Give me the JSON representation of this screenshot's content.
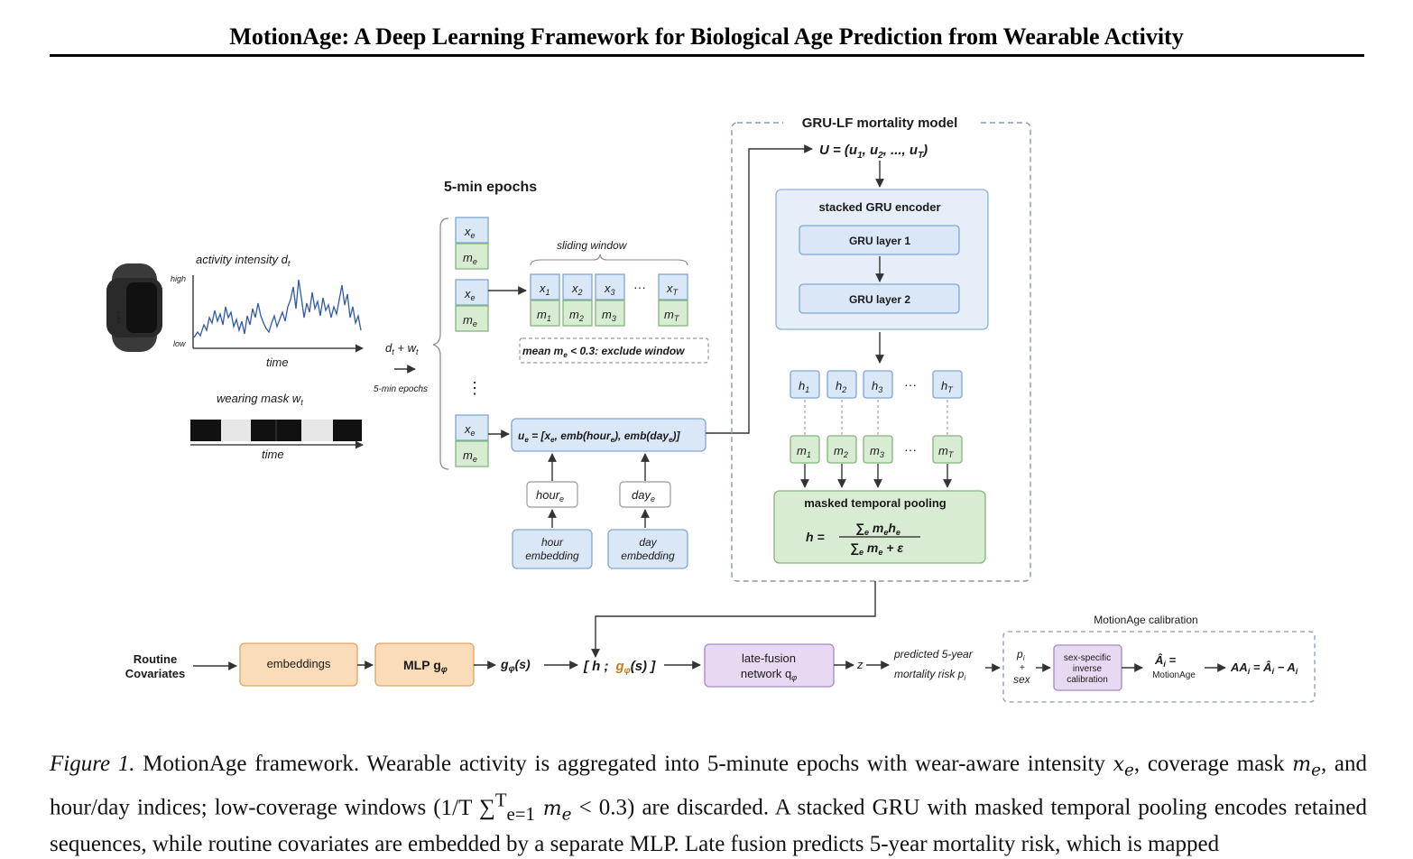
{
  "header": {
    "title": "MotionAge: A Deep Learning Framework for Biological Age Prediction from Wearable Activity"
  },
  "figure": {
    "activity_label": "activity intensity d",
    "activity_sub": "t",
    "high": "high",
    "low": "low",
    "time1": "time",
    "mask_label": "wearing mask w",
    "mask_sub": "t",
    "time2": "time",
    "dt_wt": "d",
    "dt_wt_sub1": "t",
    "dt_wt_mid": " + w",
    "dt_wt_sub2": "t",
    "five_min_small": "5-min epochs",
    "epochs_title": "5-min epochs",
    "x_e": "x",
    "x_e_sub": "e",
    "m_e": "m",
    "m_e_sub": "e",
    "sliding_window": "sliding window",
    "window_x": [
      "x",
      "x",
      "x",
      "x"
    ],
    "window_x_sub": [
      "1",
      "2",
      "3",
      "T"
    ],
    "window_m": [
      "m",
      "m",
      "m",
      "m"
    ],
    "window_m_sub": [
      "1",
      "2",
      "3",
      "T"
    ],
    "ellipsis": "···",
    "vdots": "⋮",
    "exclude_rule": "mean m",
    "exclude_rule_sub": "e",
    "exclude_rule_tail": " < 0.3: exclude window",
    "ue_formula": "u",
    "ue_formula_sub": "e",
    "ue_formula_mid": " = [x",
    "ue_formula_sub2": "e",
    "ue_formula_mid2": ", emb(hour",
    "ue_formula_sub3": "e",
    "ue_formula_mid3": "), emb(day",
    "ue_formula_sub4": "e",
    "ue_formula_end": ")]",
    "hour_e": "hour",
    "hour_e_sub": "e",
    "day_e": "day",
    "day_e_sub": "e",
    "hour_emb_1": "hour",
    "hour_emb_2": "embedding",
    "day_emb_1": "day",
    "day_emb_2": "embedding",
    "gru_title": "GRU-LF mortality model",
    "U_seq": "U = (u",
    "U_sub1": "1",
    "U_mid1": ", u",
    "U_sub2": "2",
    "U_mid2": ", ..., u",
    "U_sub3": "T",
    "U_end": ")",
    "encoder_title": "stacked GRU encoder",
    "gru1": "GRU layer 1",
    "gru2": "GRU layer 2",
    "h_vals": [
      "h",
      "h",
      "h",
      "h"
    ],
    "h_subs": [
      "1",
      "2",
      "3",
      "T"
    ],
    "m_vals": [
      "m",
      "m",
      "m",
      "m"
    ],
    "m_subs": [
      "1",
      "2",
      "3",
      "T"
    ],
    "pool_title": "masked temporal pooling",
    "pool_lhs": "h =",
    "pool_num": "∑",
    "pool_num_sub": "e",
    "pool_num_tail": " m",
    "pool_num_tail_sub": "e",
    "pool_num_h": "h",
    "pool_num_h_sub": "e",
    "pool_den": "∑",
    "pool_den_sub": "e",
    "pool_den_tail": " m",
    "pool_den_tail_sub": "e",
    "pool_den_end": " + ε",
    "routine1": "Routine",
    "routine2": "Covariates",
    "embeddings": "embeddings",
    "mlp": "MLP g",
    "mlp_sub": "φ",
    "g_out": "g",
    "g_out_sub": "φ",
    "g_out_end": "(s)",
    "concat_open": "[ h ;",
    "concat_g": "g",
    "concat_g_sub": "φ",
    "concat_g_end": "(s) ]",
    "latefusion1": "late-fusion",
    "latefusion2": "network q",
    "latefusion2_sub": "φ",
    "z": "z",
    "pred1": "predicted 5-year",
    "pred2": "mortality risk p",
    "pred2_sub": "i",
    "calib_title": "MotionAge calibration",
    "pi": "p",
    "pi_sub": "i",
    "plus": "+",
    "sex": "sex",
    "inv1": "sex-specific",
    "inv2": "inverse",
    "inv3": "calibration",
    "ahat": "Â",
    "ahat_sub": "i",
    "ahat_eq": " =",
    "motionage": "MotionAge",
    "aa": "AA",
    "aa_sub": "i",
    "aa_mid": " = Â",
    "aa_sub2": "i",
    "aa_mid2": " − A",
    "aa_sub3": "i"
  },
  "caption": {
    "label": "Figure 1.",
    "text1": " MotionAge framework. Wearable activity is aggregated into 5-minute epochs with wear-aware intensity ",
    "xe": "x",
    "xe_sub": "e",
    "text2": ", coverage mask ",
    "me": "m",
    "me_sub": "e",
    "text3": ", and hour/day indices; low-coverage windows (",
    "frac": "1/T ∑",
    "frac_sup": "T",
    "frac_sub": "e=1",
    "me2": " m",
    "me2_sub": "e",
    "text4": " < 0.3) are discarded. A stacked GRU with masked temporal pooling encodes",
    "text5": "retained sequences, while routine covariates are embedded by a separate MLP. Late fusion predicts 5-year mortality risk, which is mapped"
  },
  "colors": {
    "blue_fill": "#d9e7f7",
    "green_fill": "#d8ecd4",
    "orange_fill": "#fbdcb8",
    "purple_fill": "#e8d9f3",
    "title_blue": "#2f5597",
    "orange_text": "#c77b1e",
    "purple_text": "#6a3d9a"
  },
  "icons": [
    "wristband-icon",
    "arrow-icon"
  ]
}
